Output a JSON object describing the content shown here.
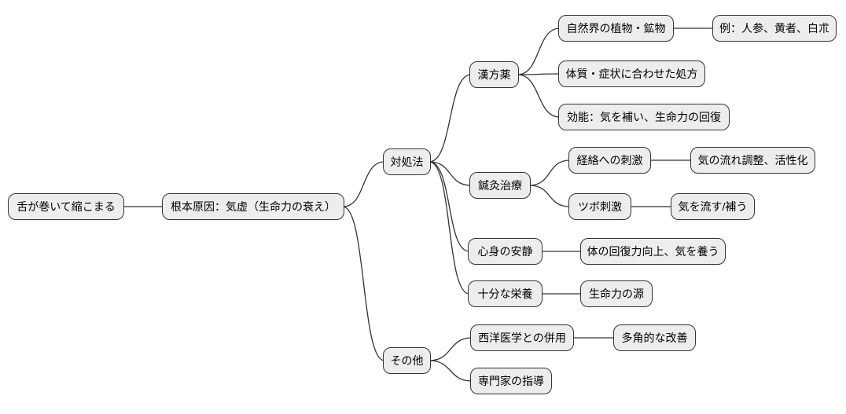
{
  "diagram": {
    "type": "mindmap",
    "direction": "left-to-right",
    "colors": {
      "background": "#ffffff",
      "node_fill": "#ededed",
      "node_border": "#333333",
      "edge_line": "#333333",
      "text": "#000000"
    },
    "nodes": [
      {
        "id": "symptom",
        "label": "舌が巻いて縮こまる",
        "parent": null
      },
      {
        "id": "root-cause",
        "label": "根本原因：気虚（生命力の衰え）",
        "parent": "symptom"
      },
      {
        "id": "countermeasures",
        "label": "対処法",
        "parent": "root-cause"
      },
      {
        "id": "others",
        "label": "その他",
        "parent": "root-cause"
      },
      {
        "id": "kampo",
        "label": "漢方薬",
        "parent": "countermeasures"
      },
      {
        "id": "acupuncture",
        "label": "鍼灸治療",
        "parent": "countermeasures"
      },
      {
        "id": "rest",
        "label": "心身の安静",
        "parent": "countermeasures"
      },
      {
        "id": "nutrition",
        "label": "十分な栄養",
        "parent": "countermeasures"
      },
      {
        "id": "western",
        "label": "西洋医学との併用",
        "parent": "others"
      },
      {
        "id": "expert",
        "label": "専門家の指導",
        "parent": "others"
      },
      {
        "id": "natural",
        "label": "自然界の植物・鉱物",
        "parent": "kampo"
      },
      {
        "id": "prescription",
        "label": "体質・症状に合わせた処方",
        "parent": "kampo"
      },
      {
        "id": "efficacy",
        "label": "効能：気を補い、生命力の回復",
        "parent": "kampo"
      },
      {
        "id": "meridian",
        "label": "経絡への刺激",
        "parent": "acupuncture"
      },
      {
        "id": "tsubo",
        "label": "ツボ刺激",
        "parent": "acupuncture"
      },
      {
        "id": "examples",
        "label": "例：人参、黄者、白朮",
        "parent": "natural"
      },
      {
        "id": "flow",
        "label": "気の流れ調整、活性化",
        "parent": "meridian"
      },
      {
        "id": "supplement",
        "label": "気を流す/補う",
        "parent": "tsubo"
      },
      {
        "id": "recovery",
        "label": "体の回復力向上、気を養う",
        "parent": "rest"
      },
      {
        "id": "source",
        "label": "生命力の源",
        "parent": "nutrition"
      },
      {
        "id": "improvement",
        "label": "多角的な改善",
        "parent": "western"
      }
    ]
  }
}
